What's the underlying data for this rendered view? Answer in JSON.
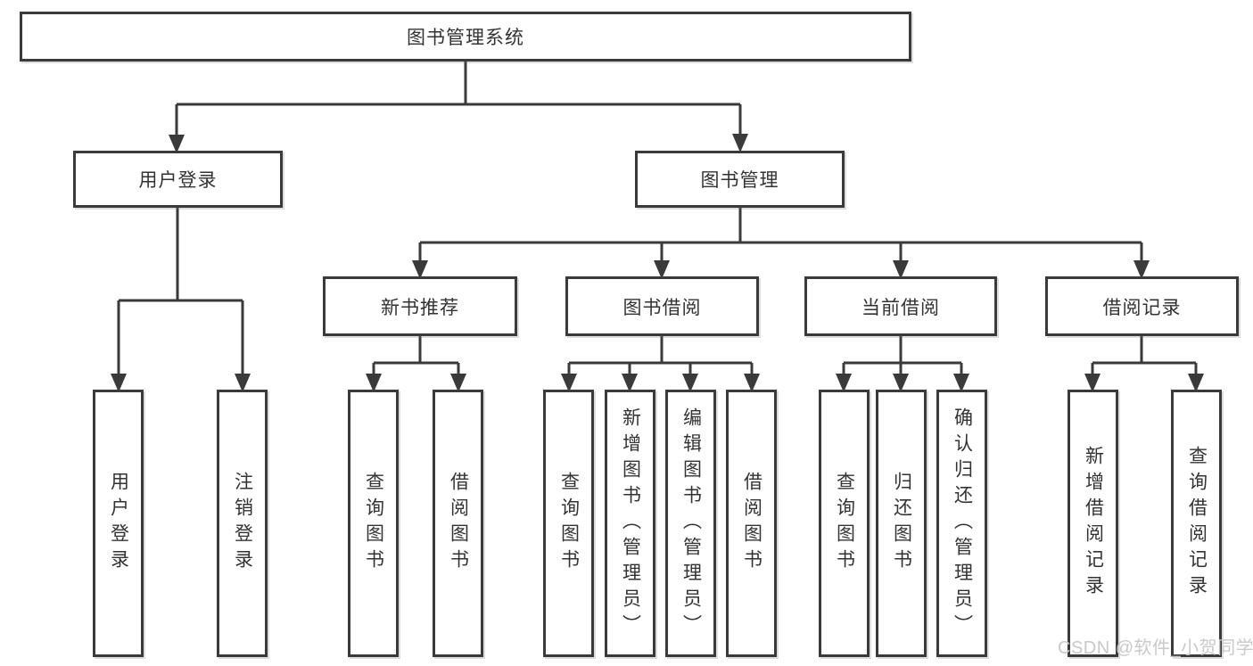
{
  "watermark": "CSDN @软件_小贺同学",
  "colors": {
    "line": "#3a3a3a",
    "text": "#333333",
    "background": "#ffffff",
    "watermark": "#c6c6c6"
  },
  "tree": {
    "label": "图书管理系统",
    "children": [
      {
        "label": "用户登录",
        "children": [
          {
            "label": "用户登录"
          },
          {
            "label": "注销登录"
          }
        ]
      },
      {
        "label": "图书管理",
        "children": [
          {
            "label": "新书推荐",
            "children": [
              {
                "label": "查询图书"
              },
              {
                "label": "借阅图书"
              }
            ]
          },
          {
            "label": "图书借阅",
            "children": [
              {
                "label": "查询图书"
              },
              {
                "label": "新增图书（管理员）"
              },
              {
                "label": "编辑图书（管理员）"
              },
              {
                "label": "借阅图书"
              }
            ]
          },
          {
            "label": "当前借阅",
            "children": [
              {
                "label": "查询图书"
              },
              {
                "label": "归还图书"
              },
              {
                "label": "确认归还（管理员）"
              }
            ]
          },
          {
            "label": "借阅记录",
            "children": [
              {
                "label": "新增借阅记录"
              },
              {
                "label": "查询借阅记录"
              }
            ]
          }
        ]
      }
    ]
  }
}
